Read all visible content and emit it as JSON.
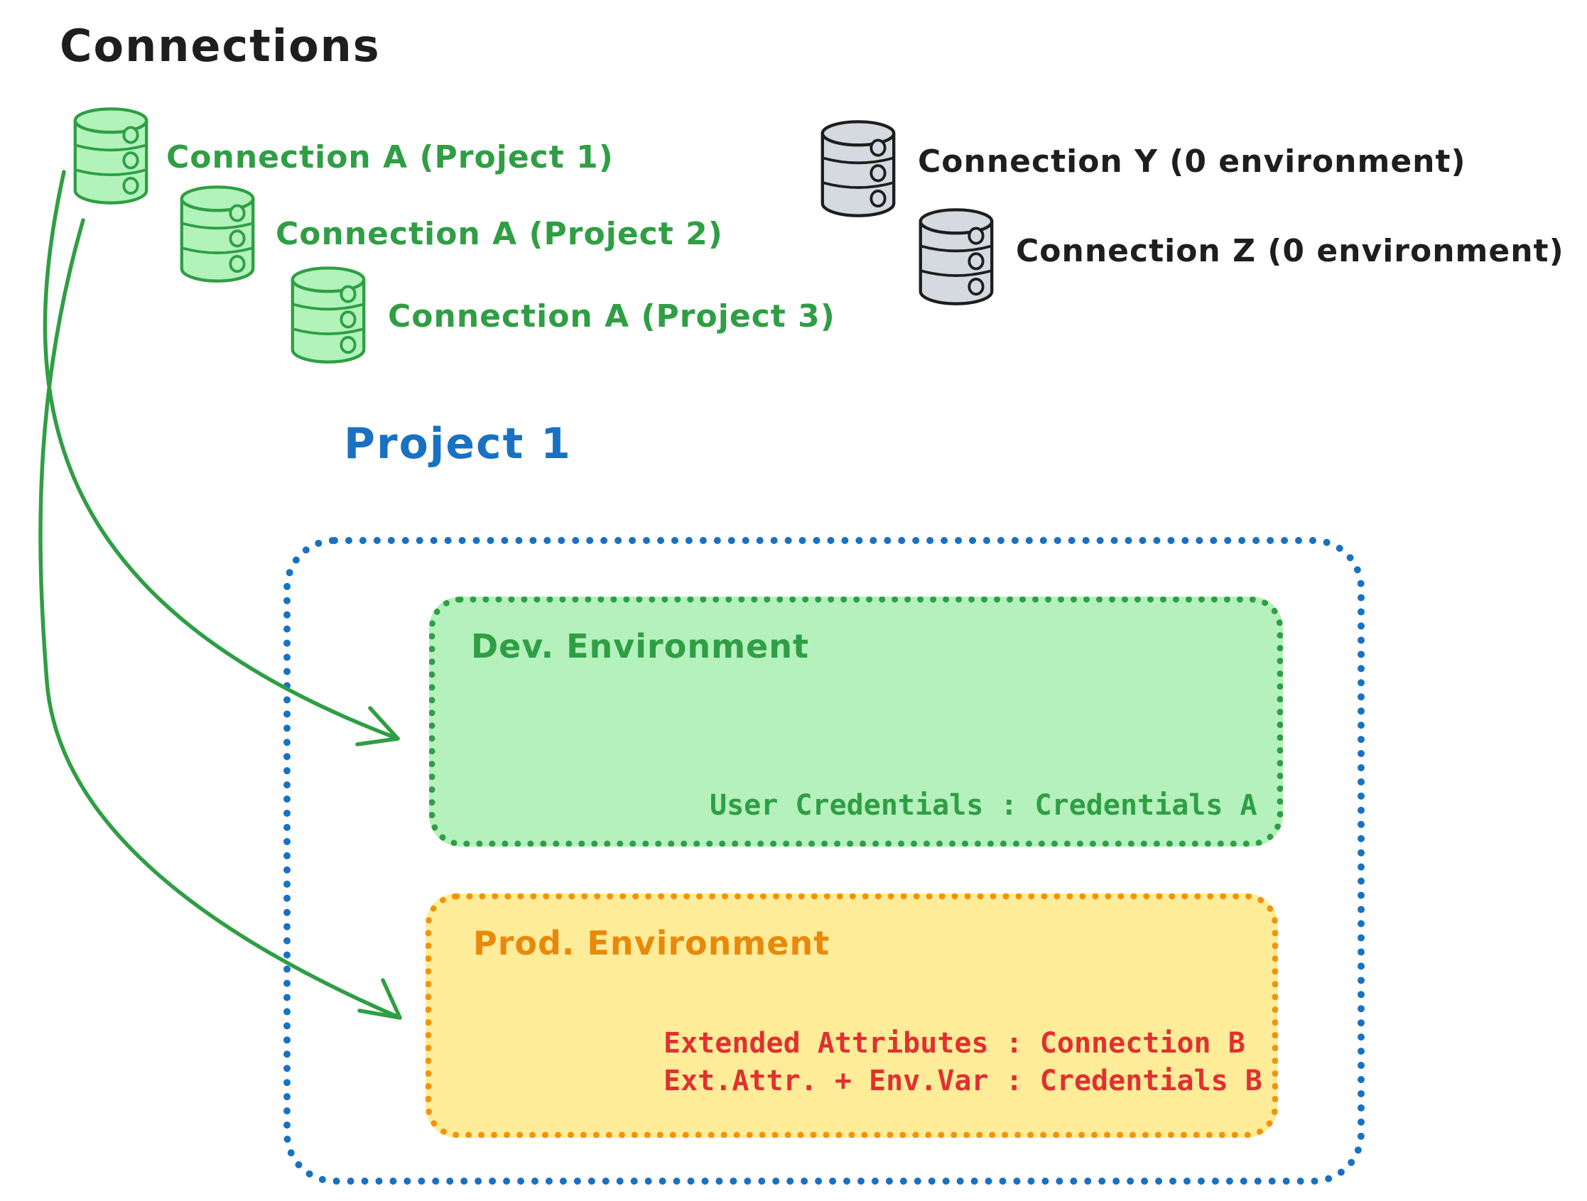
{
  "title": "Connections",
  "colors": {
    "ink": "#1e1e1e",
    "green": "#2f9e44",
    "green_fill": "#b2f2bb",
    "gray_fill": "#d5dae0",
    "blue": "#1971c2",
    "orange": "#f0940e",
    "orange_text": "#e8890b",
    "yellow_fill": "#ffec99",
    "red": "#e03131"
  },
  "icons": {
    "green_database": "database-icon",
    "gray_database": "database-icon",
    "arrow": "curved-arrow"
  },
  "connections": {
    "project_a": [
      {
        "label": "Connection A (Project 1)"
      },
      {
        "label": "Connection A (Project 2)"
      },
      {
        "label": "Connection A (Project 3)"
      }
    ],
    "unassigned": [
      {
        "label": "Connection Y (0 environment)"
      },
      {
        "label": "Connection Z (0 environment)"
      }
    ]
  },
  "project": {
    "title": "Project 1",
    "environments": {
      "dev": {
        "title": "Dev. Environment",
        "mapping": "User Credentials : Credentials A"
      },
      "prod": {
        "title": "Prod. Environment",
        "mapping_line1": "Extended Attributes : Connection B",
        "mapping_line2": "Ext.Attr. + Env.Var : Credentials B"
      }
    }
  }
}
